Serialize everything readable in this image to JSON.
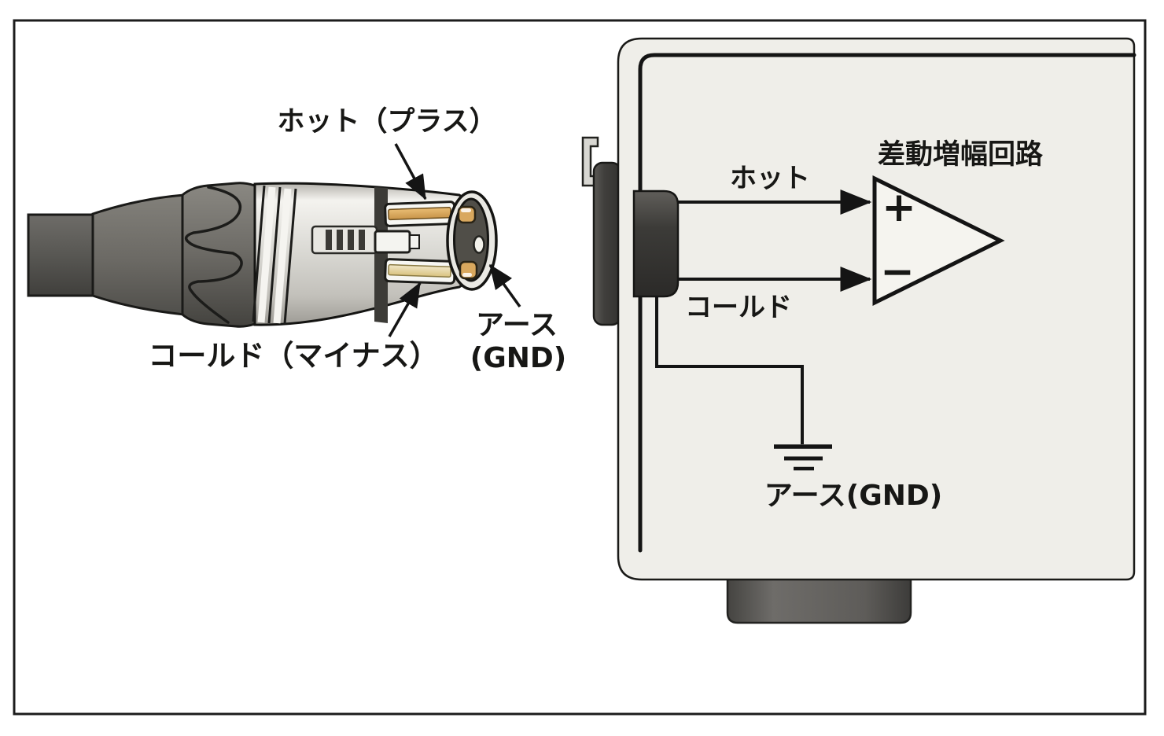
{
  "figure": {
    "title_implicit": "balanced XLR connection diagram",
    "left_connector": {
      "hot_label": "ホット（プラス）",
      "cold_label": "コールド（マイナス）",
      "ground_label_line1": "アース",
      "ground_label_line2": "(GND)"
    },
    "right_device": {
      "amp_title": "差動増幅回路",
      "hot_wire_label": "ホット",
      "cold_wire_label": "コールド",
      "ground_label": "アース(GND)",
      "opamp_plus": "+",
      "opamp_minus": "−"
    },
    "colors": {
      "outline": "#141414",
      "device_box_fill": "#efeee9",
      "gold_contact": "#d9a85e",
      "pale_gold_contact": "#e8dcb4",
      "metal_light": "#f2f1ed",
      "metal_dark": "#a9a7a0",
      "rubber_gray": "#6f6d68",
      "jack_dark": "#34332f"
    }
  }
}
